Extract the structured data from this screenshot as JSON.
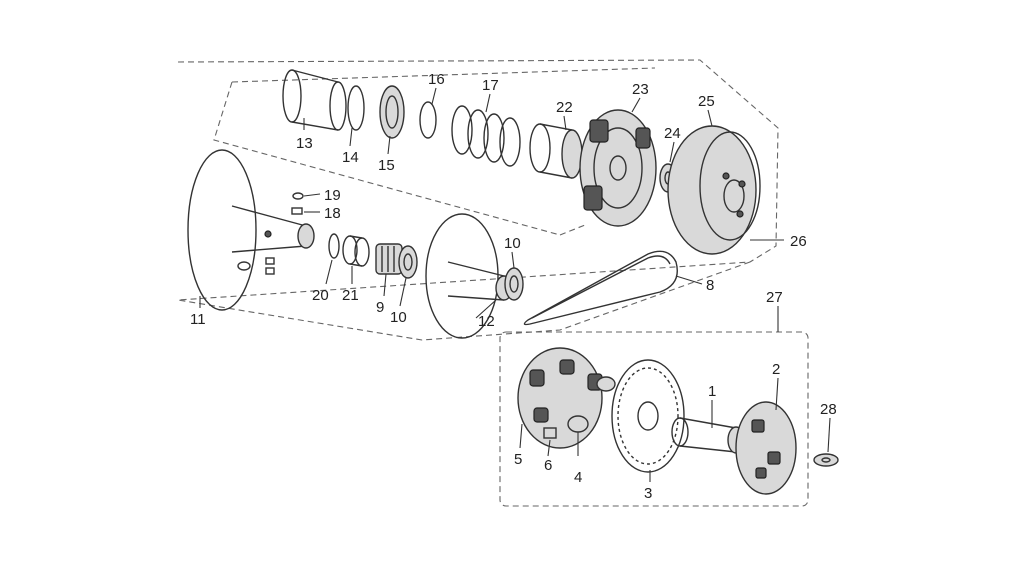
{
  "callouts": [
    {
      "id": "c13",
      "text": "13"
    },
    {
      "id": "c14",
      "text": "14"
    },
    {
      "id": "c15",
      "text": "15"
    },
    {
      "id": "c16",
      "text": "16"
    },
    {
      "id": "c17",
      "text": "17"
    },
    {
      "id": "c22",
      "text": "22"
    },
    {
      "id": "c23",
      "text": "23"
    },
    {
      "id": "c24",
      "text": "24"
    },
    {
      "id": "c25",
      "text": "25"
    },
    {
      "id": "c26",
      "text": "26"
    },
    {
      "id": "c19",
      "text": "19"
    },
    {
      "id": "c18",
      "text": "18"
    },
    {
      "id": "c10a",
      "text": "10"
    },
    {
      "id": "c8",
      "text": "8"
    },
    {
      "id": "c27",
      "text": "27"
    },
    {
      "id": "c11",
      "text": "11"
    },
    {
      "id": "c20",
      "text": "20"
    },
    {
      "id": "c21",
      "text": "21"
    },
    {
      "id": "c9",
      "text": "9"
    },
    {
      "id": "c10b",
      "text": "10"
    },
    {
      "id": "c12",
      "text": "12"
    },
    {
      "id": "c1",
      "text": "1"
    },
    {
      "id": "c2",
      "text": "2"
    },
    {
      "id": "c28",
      "text": "28"
    },
    {
      "id": "c5",
      "text": "5"
    },
    {
      "id": "c6",
      "text": "6"
    },
    {
      "id": "c4",
      "text": "4"
    },
    {
      "id": "c3",
      "text": "3"
    }
  ]
}
